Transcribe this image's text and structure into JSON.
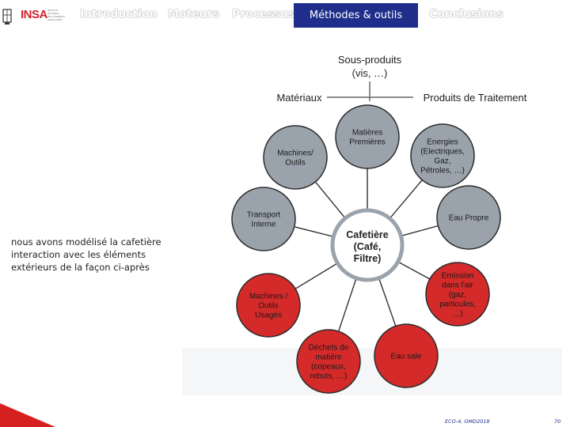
{
  "header": {
    "logo_text": "INSA",
    "logo_subtext": "INSTITUT NATIONAL DES SCIENCES APPLIQUÉES",
    "tabs": [
      {
        "label": "Introduction",
        "active": false
      },
      {
        "label": "Moteurs",
        "active": false
      },
      {
        "label": "Processus",
        "active": false
      },
      {
        "label": "Méthodes & outils",
        "active": true
      },
      {
        "label": "Conclusions",
        "active": false
      }
    ],
    "active_color": "#1e2e8a"
  },
  "main": {
    "text": "nous avons modélisé la cafetière interaction avec les éléments extérieurs de la façon ci-après"
  },
  "diagram": {
    "top_label_line1": "Sous-produits",
    "top_label_line2": "(vis, …)",
    "left_label": "Matériaux",
    "right_label": "Produits de Traitement",
    "center": [
      "Cafetière",
      "(Café,",
      "Filtre)"
    ],
    "nodes": [
      {
        "lines": [
          "Matières",
          "Premières"
        ],
        "color": "#9aa3ac"
      },
      {
        "lines": [
          "Energies",
          "(Electriques,",
          "Gaz,",
          "Pétroles, …)"
        ],
        "color": "#9aa3ac"
      },
      {
        "lines": [
          "Eau Propre"
        ],
        "color": "#9aa3ac"
      },
      {
        "lines": [
          "Emission",
          "dans l'air",
          "(gaz,",
          "particules,",
          "…)"
        ],
        "color": "#d42a2a"
      },
      {
        "lines": [
          "Eau sale"
        ],
        "color": "#d42a2a"
      },
      {
        "lines": [
          "Déchets de",
          "matière",
          "(copeaux,",
          "rebuts, …)"
        ],
        "color": "#d42a2a"
      },
      {
        "lines": [
          "Machines /",
          "Outils",
          "Usagés"
        ],
        "color": "#d42a2a"
      },
      {
        "lines": [
          "Transport",
          "Interne"
        ],
        "color": "#9aa3ac"
      },
      {
        "lines": [
          "Machines/",
          "Outils"
        ],
        "color": "#9aa3ac"
      }
    ]
  },
  "footer": {
    "course": "ECO-4, GMD2018",
    "page": "70"
  }
}
